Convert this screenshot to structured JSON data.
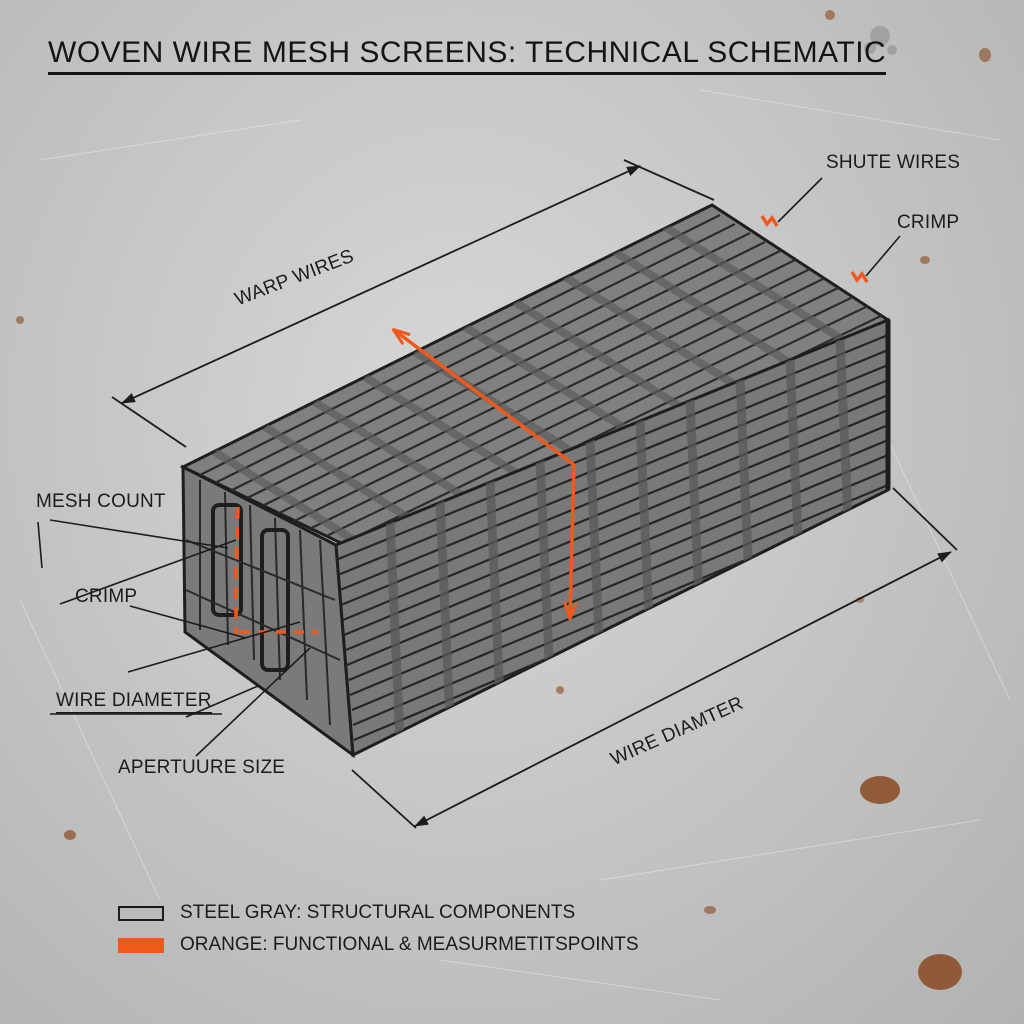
{
  "title": "WOVEN WIRE MESH SCREENS: TECHNICAL SCHEMATIC",
  "labels": {
    "shute_wires": "SHUTE WIRES",
    "crimp_top": "CRIMP",
    "warp_wires": "WARP WIRES",
    "mesh_count": "MESH COUNT",
    "crimp_left": "CRIMP",
    "wire_diameter": "WIRE DIAMETER",
    "aperture_size": "APERTUURE SIZE",
    "wire_diamter": "WIRE DIAMTER"
  },
  "legend": [
    {
      "text": "STEEL GRAY: STRUCTURAL COMPONENTS",
      "swatch": "#8c8c8c"
    },
    {
      "text": "ORANGE: FUNCTIONAL & MEASURMETITSPOINTS",
      "swatch": "#f0581c"
    }
  ],
  "colors": {
    "steel": "#6b6b6b",
    "orange": "#f0581c",
    "rust": "#8a4a22",
    "ink": "#1c1c1c"
  }
}
